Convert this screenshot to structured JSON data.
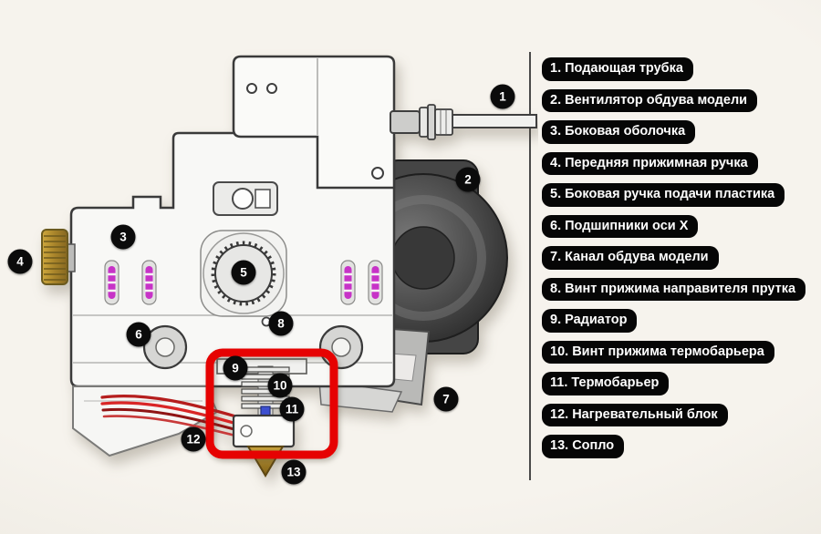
{
  "legend": {
    "items": [
      {
        "number": "1.",
        "label": "Подающая трубка"
      },
      {
        "number": "2.",
        "label": "Вентилятор обдува модели"
      },
      {
        "number": "3.",
        "label": "Боковая оболочка"
      },
      {
        "number": "4.",
        "label": "Передняя прижимная ручка"
      },
      {
        "number": "5.",
        "label": "Боковая ручка подачи пластика"
      },
      {
        "number": "6.",
        "label": "Подшипники оси X"
      },
      {
        "number": "7.",
        "label": "Канал обдува модели"
      },
      {
        "number": "8.",
        "label": "Винт прижима направителя прутка"
      },
      {
        "number": "9.",
        "label": "Радиатор"
      },
      {
        "number": "10.",
        "label": "Винт прижима термобарьера"
      },
      {
        "number": "11.",
        "label": "Термобарьер"
      },
      {
        "number": "12.",
        "label": "Нагревательный блок"
      },
      {
        "number": "13.",
        "label": "Сопло"
      }
    ]
  },
  "markers": [
    "1",
    "2",
    "3",
    "4",
    "5",
    "6",
    "7",
    "8",
    "9",
    "10",
    "11",
    "12",
    "13"
  ],
  "colors": {
    "background": "#f2efe8",
    "label_pill": "#060606",
    "label_text": "#ffffff",
    "highlight_red": "#e60202",
    "brass": "#b08a2e",
    "spring_purple": "#c733c7",
    "wire_red": "#c62222",
    "fan_dark": "#3a3a3a"
  }
}
